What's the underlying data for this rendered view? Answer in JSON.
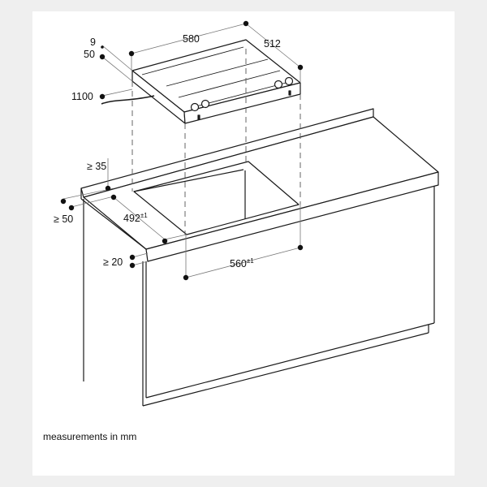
{
  "dimensions": {
    "hob_width": "580",
    "hob_depth": "512",
    "hob_top_thickness": "9",
    "hob_height": "50",
    "cable_length": "1100",
    "min_back_distance": "≥ 35",
    "min_side_distance": "≥ 50",
    "cutout_depth": "492",
    "cutout_depth_tolerance": "±1",
    "cutout_width": "560",
    "cutout_width_tolerance": "±1",
    "min_worktop_thickness": "≥ 20"
  },
  "note": "measurements in mm",
  "colors": {
    "line": "#1a1a1a",
    "dim_line": "#777777",
    "background": "#efefef",
    "sheet": "#ffffff"
  }
}
